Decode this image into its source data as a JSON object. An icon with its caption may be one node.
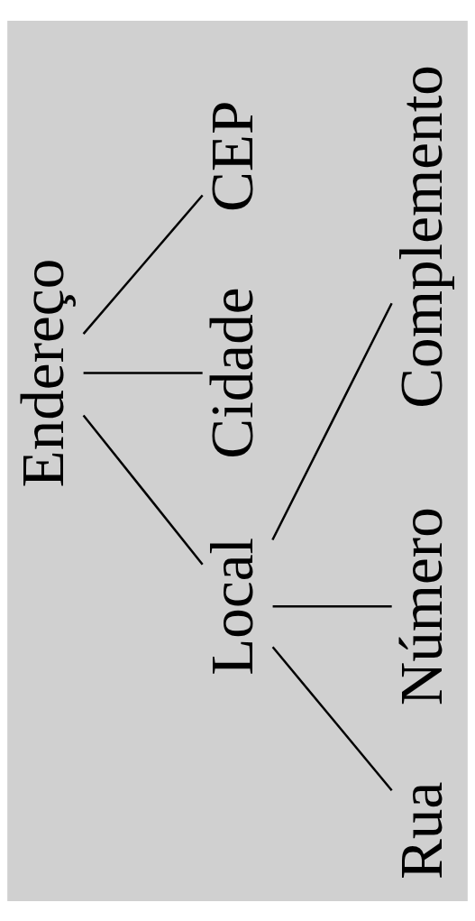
{
  "diagram": {
    "nodes": [
      {
        "text": [
          "Endereço"
        ]
      },
      {
        "text": [
          "Local"
        ]
      },
      {
        "text": [
          "Cidade"
        ]
      },
      {
        "text": [
          "CEP"
        ]
      },
      {
        "text": [
          "Rua"
        ]
      },
      {
        "text": [
          "Número"
        ]
      },
      {
        "text": [
          "Complemento"
        ]
      }
    ],
    "edges": [
      {
        "from": 0,
        "to": 1,
        "arrow": "none"
      },
      {
        "from": 0,
        "to": 2,
        "arrow": "none"
      },
      {
        "from": 0,
        "to": 3,
        "arrow": "none"
      },
      {
        "from": 1,
        "to": 4,
        "arrow": "none"
      },
      {
        "from": 1,
        "to": 5,
        "arrow": "none"
      },
      {
        "from": 1,
        "to": 6,
        "arrow": "none"
      }
    ]
  }
}
